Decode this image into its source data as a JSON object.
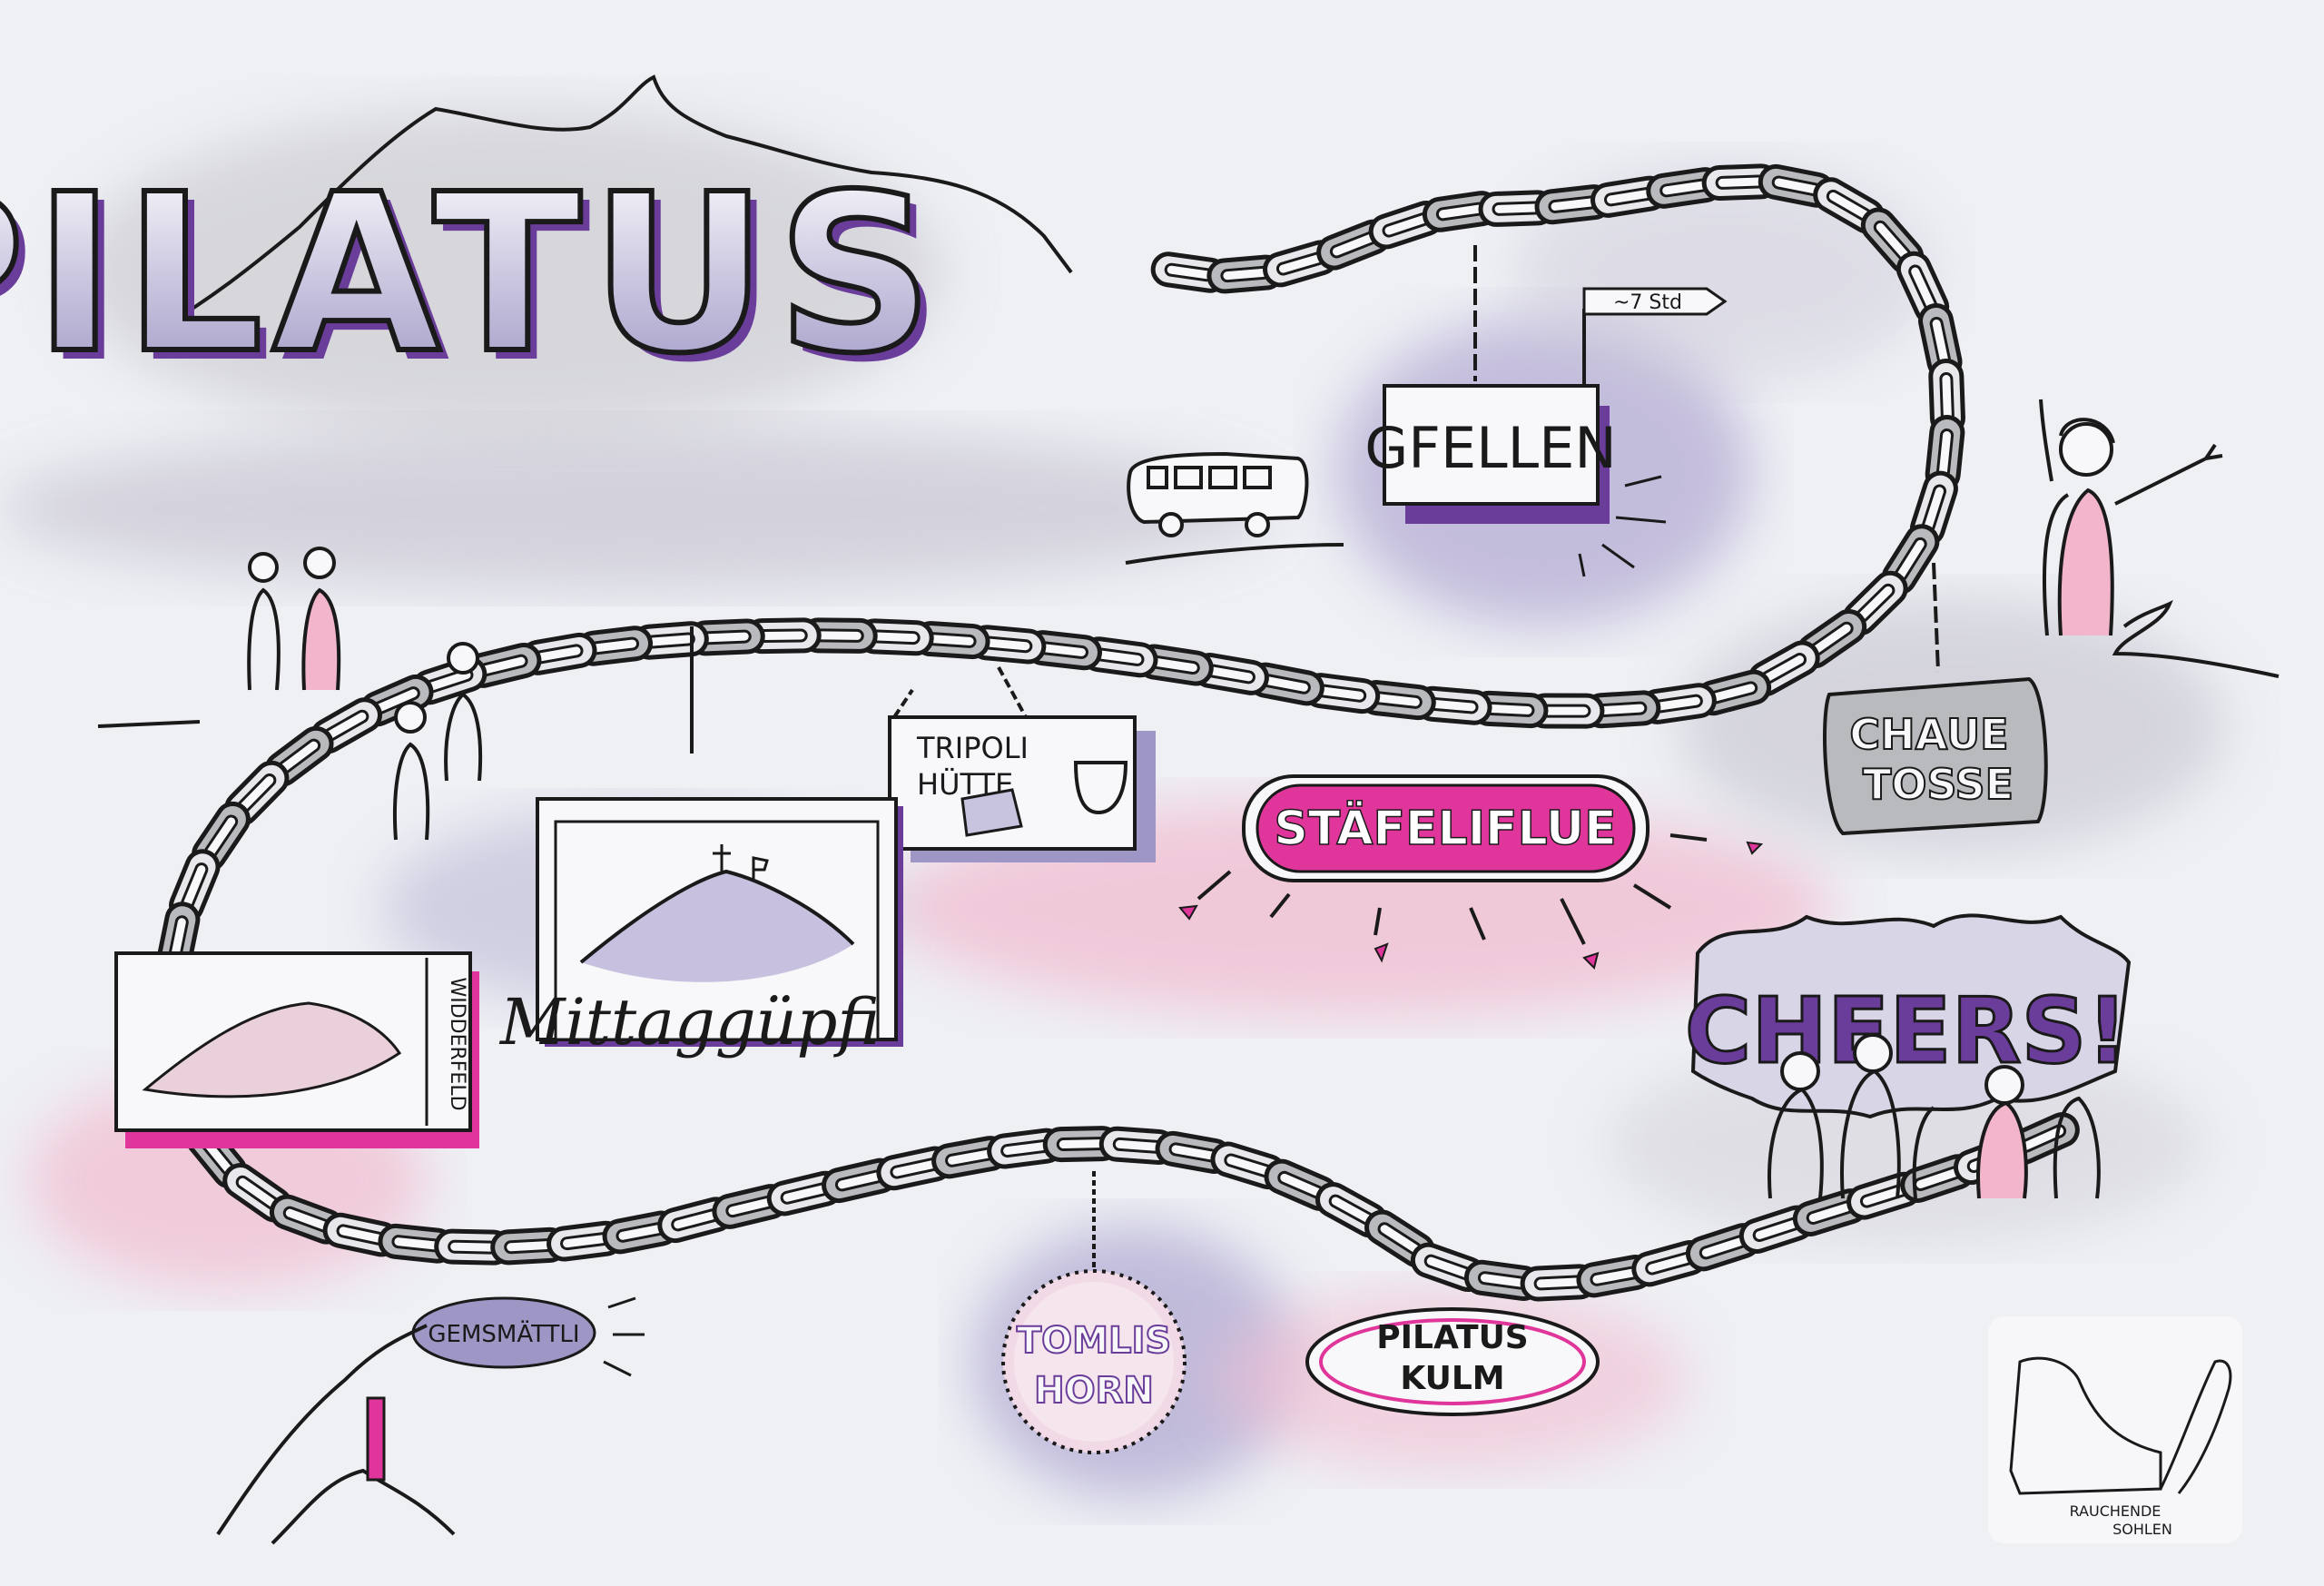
{
  "title": "PILATUS",
  "places": {
    "gfellen": "GFELLEN",
    "gfellen_sign": "~7 Std",
    "chaue_tosse_1": "CHAUE",
    "chaue_tosse_2": "TOSSE",
    "tripoli_1": "TRIPOLI",
    "tripoli_2": "HÜTTE",
    "staefeliflue": "STÄFELIFLUE",
    "mittaggupfi": "Mittaggüpfi",
    "widderfeld": "WIDDERFELD",
    "gemsmaettli": "GEMSMÄTTLI",
    "tomlishorn_1": "TOMLIS",
    "tomlishorn_2": "HORN",
    "kulm_1": "PILATUS",
    "kulm_2": "KULM",
    "cheers": "CHEERS!"
  },
  "logo": {
    "line1": "RAUCHENDE",
    "line2": "SOHLEN"
  },
  "colors": {
    "purple": "#6a3d9a",
    "lilac": "#9e96c4",
    "magenta": "#e0359a",
    "pink": "#f2b5cc",
    "ink": "#1a1a1a",
    "grey": "#b9babd"
  }
}
